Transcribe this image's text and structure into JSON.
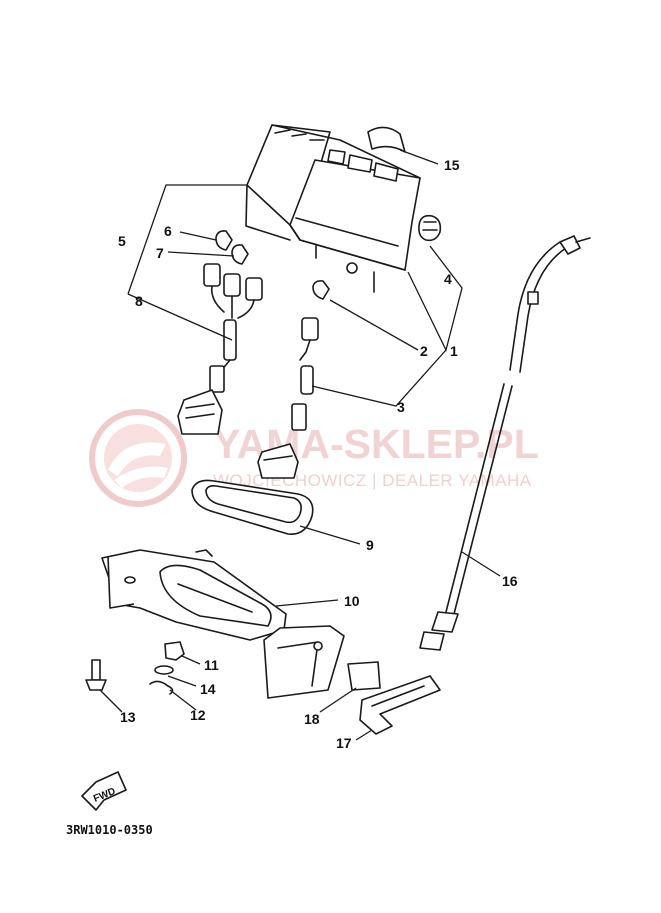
{
  "watermark": {
    "brand": "YAMA-SKLEP.PL",
    "dealer": "WOJCIECHOWICZ | DEALER YAMAHA",
    "color": "#e6b0b0"
  },
  "diagram_code": "3RW1010-0350",
  "direction_marker": "FWD",
  "callouts": {
    "c1": "1",
    "c2": "2",
    "c3": "3",
    "c4": "4",
    "c5": "5",
    "c6": "6",
    "c7": "7",
    "c8": "8",
    "c9": "9",
    "c10": "10",
    "c11": "11",
    "c12": "12",
    "c13": "13",
    "c14": "14",
    "c15": "15",
    "c16": "16",
    "c17": "17",
    "c18": "18"
  }
}
